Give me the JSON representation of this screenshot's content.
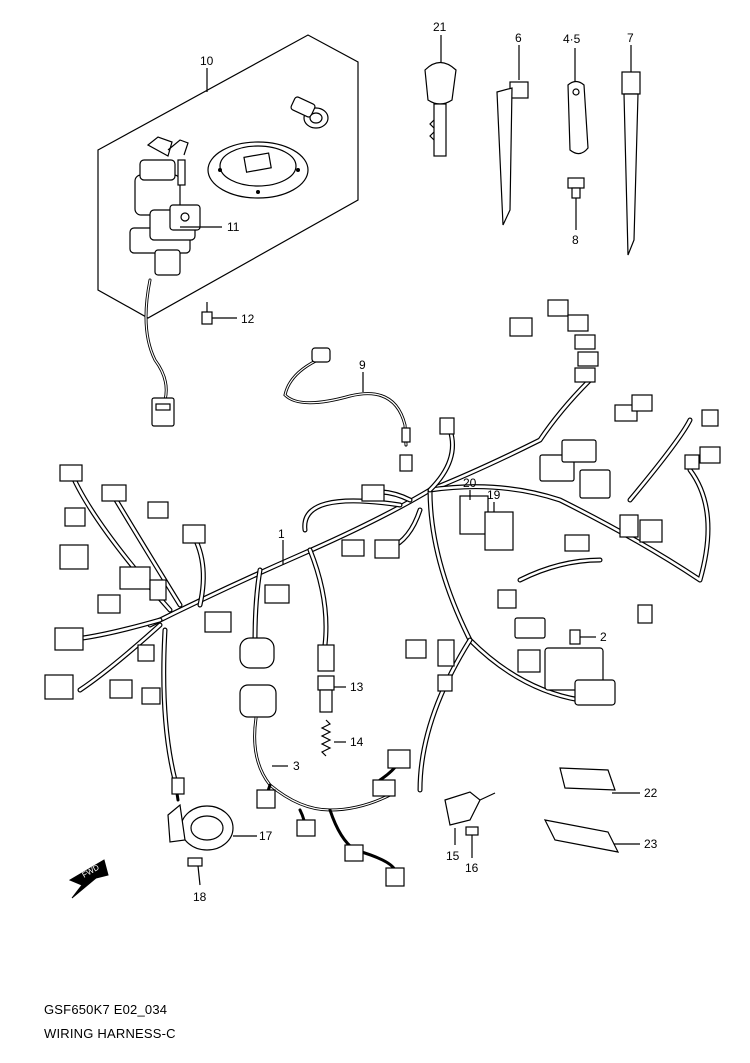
{
  "callouts": {
    "c1": "1",
    "c2": "2",
    "c3": "3",
    "c45": "4·5",
    "c6": "6",
    "c7": "7",
    "c8": "8",
    "c9": "9",
    "c10": "10",
    "c11": "11",
    "c12": "12",
    "c13": "13",
    "c14": "14",
    "c15": "15",
    "c16": "16",
    "c17": "17",
    "c18": "18",
    "c19": "19",
    "c20": "20",
    "c21": "21",
    "c22": "22",
    "c23": "23"
  },
  "fwd_label": "FWD",
  "footer": {
    "code": "GSF650K7 E02_034",
    "title": "WIRING HARNESS-C"
  }
}
